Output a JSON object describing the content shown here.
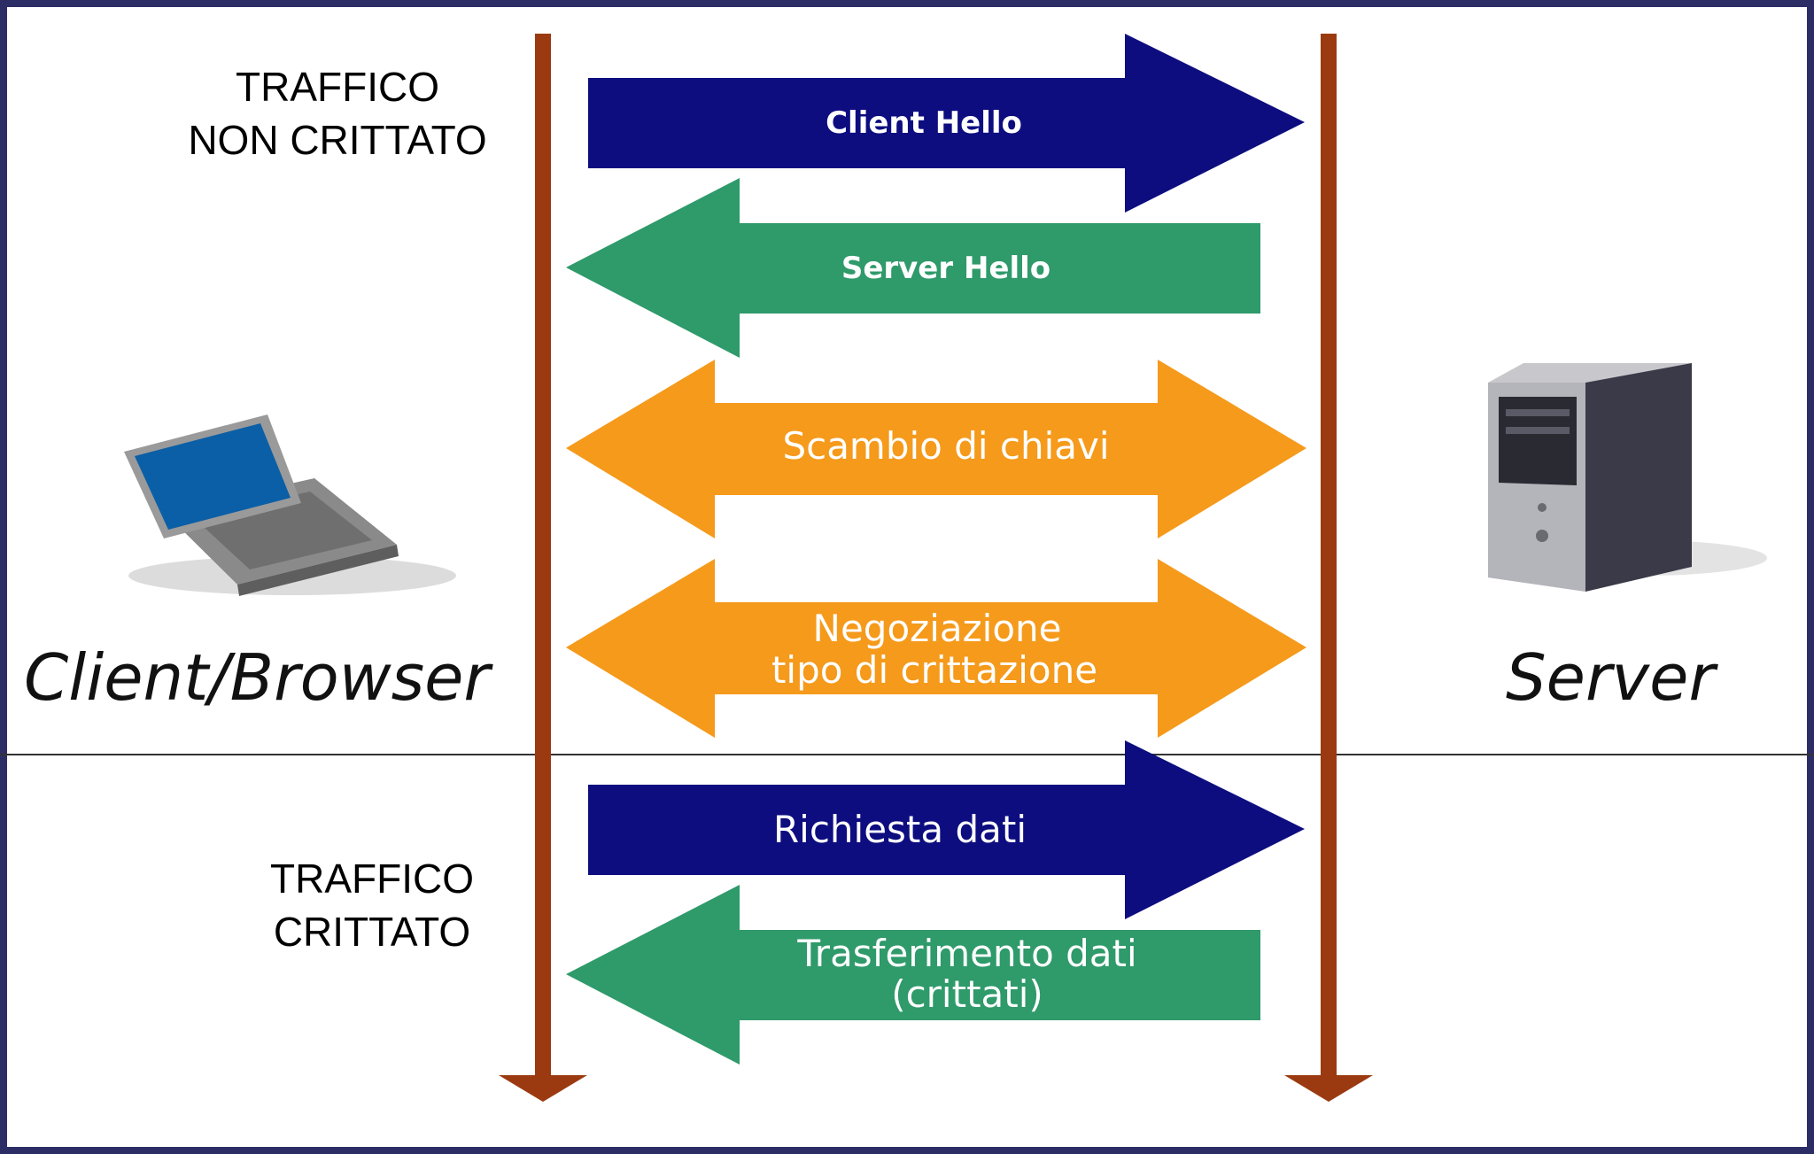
{
  "sections": {
    "unencrypted_label": [
      "TRAFFICO",
      "NON CRITTATO"
    ],
    "encrypted_label": [
      "TRAFFICO",
      "CRITTATO"
    ]
  },
  "entities": {
    "client_label": "Client/Browser",
    "server_label": "Server",
    "client_icon": "laptop-icon",
    "server_icon": "server-tower-icon"
  },
  "messages": [
    {
      "id": "client-hello",
      "label": [
        "Client Hello"
      ],
      "direction": "right",
      "color": "#0d0d80",
      "bold": true
    },
    {
      "id": "server-hello",
      "label": [
        "Server Hello"
      ],
      "direction": "left",
      "color": "#2f9a6a",
      "bold": true
    },
    {
      "id": "key-exchange",
      "label": [
        "Scambio di chiavi"
      ],
      "direction": "both",
      "color": "#f59a1b",
      "bold": false
    },
    {
      "id": "cipher-negotiation",
      "label": [
        "Negoziazione",
        "tipo di crittazione"
      ],
      "direction": "both",
      "color": "#f59a1b",
      "bold": false
    },
    {
      "id": "data-request",
      "label": [
        "Richiesta dati"
      ],
      "direction": "right",
      "color": "#0d0d80",
      "bold": false
    },
    {
      "id": "data-transfer",
      "label": [
        "Trasferimento dati",
        "(crittati)"
      ],
      "direction": "left",
      "color": "#2f9a6a",
      "bold": false
    }
  ],
  "colors": {
    "frame": "#2d2d66",
    "lifeline": "#9b3a10",
    "divider": "#333333"
  }
}
